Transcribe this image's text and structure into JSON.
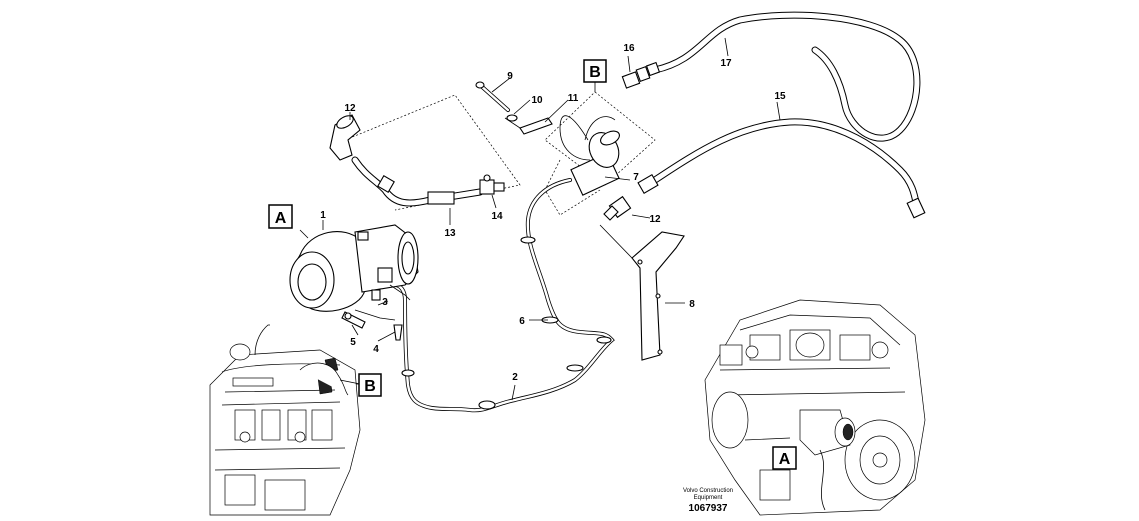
{
  "callouts": [
    "1",
    "2",
    "3",
    "4",
    "5",
    "6",
    "7",
    "8",
    "9",
    "10",
    "11",
    "12",
    "12",
    "13",
    "14",
    "15",
    "16",
    "17"
  ],
  "box_labels": {
    "a_top": "A",
    "b_top": "B",
    "b_left_engine": "B",
    "a_right_engine": "A"
  },
  "footer": {
    "credit_line1": "Volvo Construction",
    "credit_line2": "Equipment",
    "doc_number": "1067937"
  }
}
